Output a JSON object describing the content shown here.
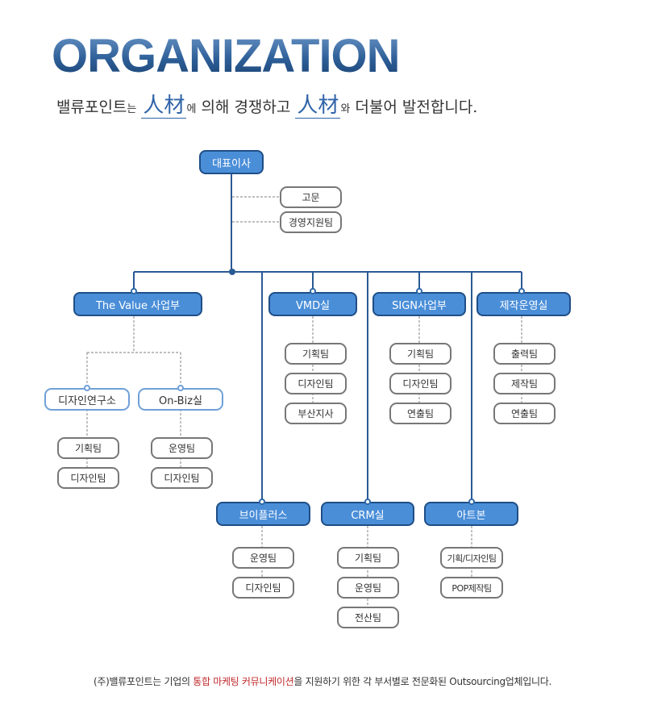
{
  "title": "ORGANIZATION",
  "subtitle": {
    "part1": "밸류포인트",
    "part1_small": "는",
    "hanja1": "人材",
    "part2_small": "에",
    "part2": " 의해 경쟁하고 ",
    "hanja2": "人材",
    "part3_small": "와",
    "part3": " 더불어 발전합니다."
  },
  "ceo": "대표이사",
  "staff": [
    "고문",
    "경영지원팀"
  ],
  "divisions": {
    "value": {
      "label": "The Value 사업부",
      "subs": [
        {
          "label": "디자인연구소",
          "teams": [
            "기획팀",
            "디자인팀"
          ]
        },
        {
          "label": "On-Biz실",
          "teams": [
            "운영팀",
            "디자인팀"
          ]
        }
      ]
    },
    "vmd": {
      "label": "VMD실",
      "teams": [
        "기획팀",
        "디자인팀",
        "부산지사"
      ]
    },
    "sign": {
      "label": "SIGN사업부",
      "teams": [
        "기획팀",
        "디자인팀",
        "연출팀"
      ]
    },
    "production": {
      "label": "제작운영실",
      "teams": [
        "출력팀",
        "제작팀",
        "연출팀"
      ]
    },
    "viplus": {
      "label": "브이플러스",
      "teams": [
        "운영팀",
        "디자인팀"
      ]
    },
    "crm": {
      "label": "CRM실",
      "teams": [
        "기획팀",
        "운영팀",
        "전산팀"
      ]
    },
    "artbon": {
      "label": "아트본",
      "teams": [
        "기획/디자인팀",
        "POP제작팀"
      ]
    }
  },
  "footer": {
    "part1": "(주)밸류포인트는 기업의 ",
    "highlight": "통합 마케팅 커뮤니케이션",
    "part2": "을 지원하기 위한 각 부서별로 전문화된 Outsourcing업체입니다."
  },
  "colors": {
    "title": "#2f5f96",
    "node_fill": "#4a8ed8",
    "node_border": "#1f4e86",
    "sub_border": "#6fa0d8",
    "team_border": "#777777",
    "highlight": "#c0282b"
  }
}
